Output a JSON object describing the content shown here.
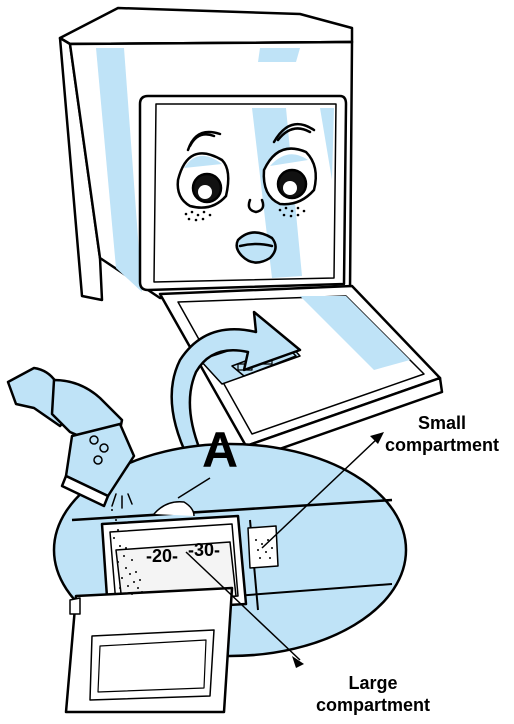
{
  "labels": {
    "section_marker": "A",
    "small_compartment": [
      "Small",
      "compartment"
    ],
    "large_compartment": [
      "Large",
      "compartment"
    ],
    "fill_mark_20": "-20-",
    "fill_mark_30": "-30-"
  },
  "colors": {
    "outline": "#000000",
    "accent_blue": "#bfe3f7",
    "background": "#ffffff"
  },
  "icons": [
    "dishwasher-character",
    "hand-pouring-detergent",
    "curved-arrow",
    "detergent-dispenser"
  ]
}
